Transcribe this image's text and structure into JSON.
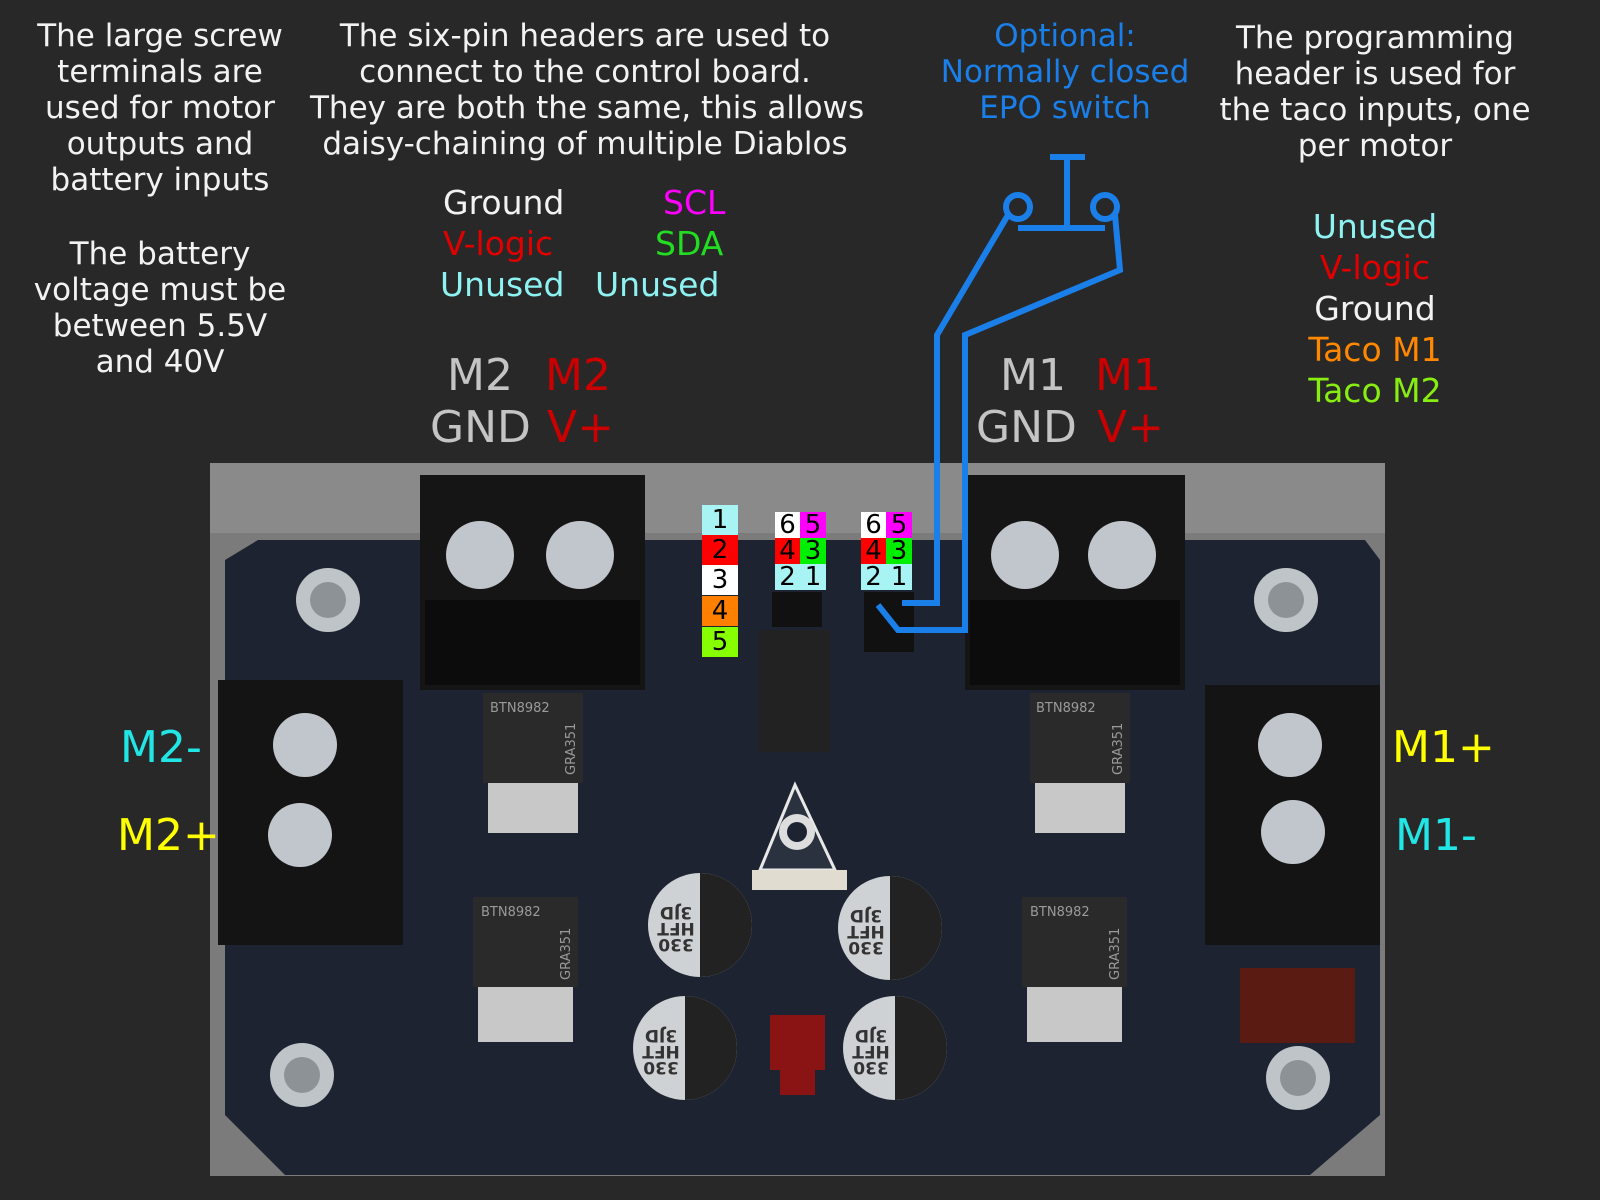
{
  "notes": {
    "screw_terminals": [
      "The large screw",
      "terminals are",
      "used for motor",
      "outputs and",
      "battery inputs"
    ],
    "battery_voltage": [
      "The battery",
      "voltage must be",
      "between 5.5V",
      "and 40V"
    ],
    "six_pin_headers": [
      "The six-pin headers are used to",
      "connect to the control board.",
      "They are both the same, this allows",
      "daisy-chaining of multiple Diablos"
    ],
    "epo": [
      "Optional:",
      "Normally closed",
      "EPO switch"
    ],
    "programming_header": [
      "The programming",
      "header is used for",
      "the taco inputs, one",
      "per motor"
    ]
  },
  "six_pin_legend": {
    "ground": "Ground",
    "scl": "SCL",
    "vlogic": "V-logic",
    "sda": "SDA",
    "unused_left": "Unused",
    "unused_right": "Unused"
  },
  "prog_legend": [
    "Unused",
    "V-logic",
    "Ground",
    "Taco M1",
    "Taco M2"
  ],
  "terminal_labels": {
    "m2": "M2",
    "m2_red": "M2",
    "m2_gnd": "GND",
    "m2_vplus": "V+",
    "m1": "M1",
    "m1_red": "M1",
    "m1_gnd": "GND",
    "m1_vplus": "V+",
    "m2_minus": "M2-",
    "m2_plus": "M2+",
    "m1_plus": "M1+",
    "m1_minus": "M1-"
  },
  "prog_pins": [
    "1",
    "2",
    "3",
    "4",
    "5"
  ],
  "header_pins": [
    "6",
    "5",
    "4",
    "3",
    "2",
    "1"
  ],
  "chips": {
    "driver": "BTN8982",
    "driver_code": "GRA351"
  },
  "capacitor": [
    "3JD",
    "HFT",
    "330"
  ],
  "colors": {
    "background": "#282828",
    "white": "#f2f2f2",
    "magenta": "#ff00ff",
    "red": "#e00000",
    "green": "#22dd22",
    "cyan": "#8ef2f2",
    "blue": "#1a7fe8",
    "orange": "#ff8800",
    "lime": "#88ee11",
    "yellow": "#ffff00",
    "grey": "#c4c4c4",
    "darkred": "#cc0000"
  }
}
